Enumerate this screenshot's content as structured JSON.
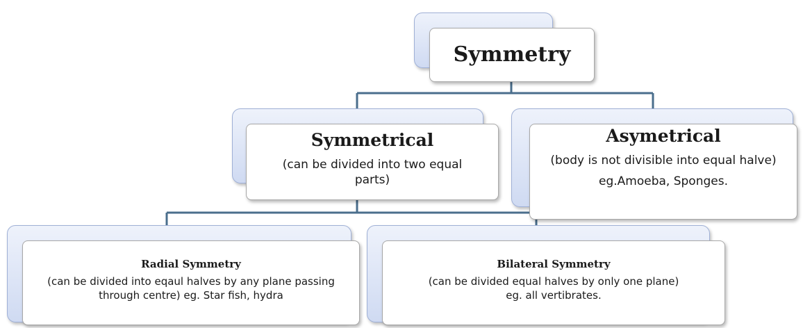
{
  "root": {
    "title": "Symmetry"
  },
  "symmetrical": {
    "title": "Symmetrical",
    "description": "(can be divided into two equal parts)"
  },
  "asymetrical": {
    "title": "Asymetrical",
    "description": "(body is not divisible into equal halve)",
    "example": "eg.Amoeba, Sponges."
  },
  "radial": {
    "title": "Radial Symmetry",
    "description": "(can be divided into eqaul halves by any plane passing through centre) eg. Star fish, hydra"
  },
  "bilateral": {
    "title": "Bilateral Symmetry",
    "description": "(can be divided equal halves by only one plane) eg. all vertibrates."
  },
  "colors": {
    "connector": "#4a6e8c",
    "back_fill": "#d8e1f5",
    "card_border": "#a8a8a8"
  }
}
